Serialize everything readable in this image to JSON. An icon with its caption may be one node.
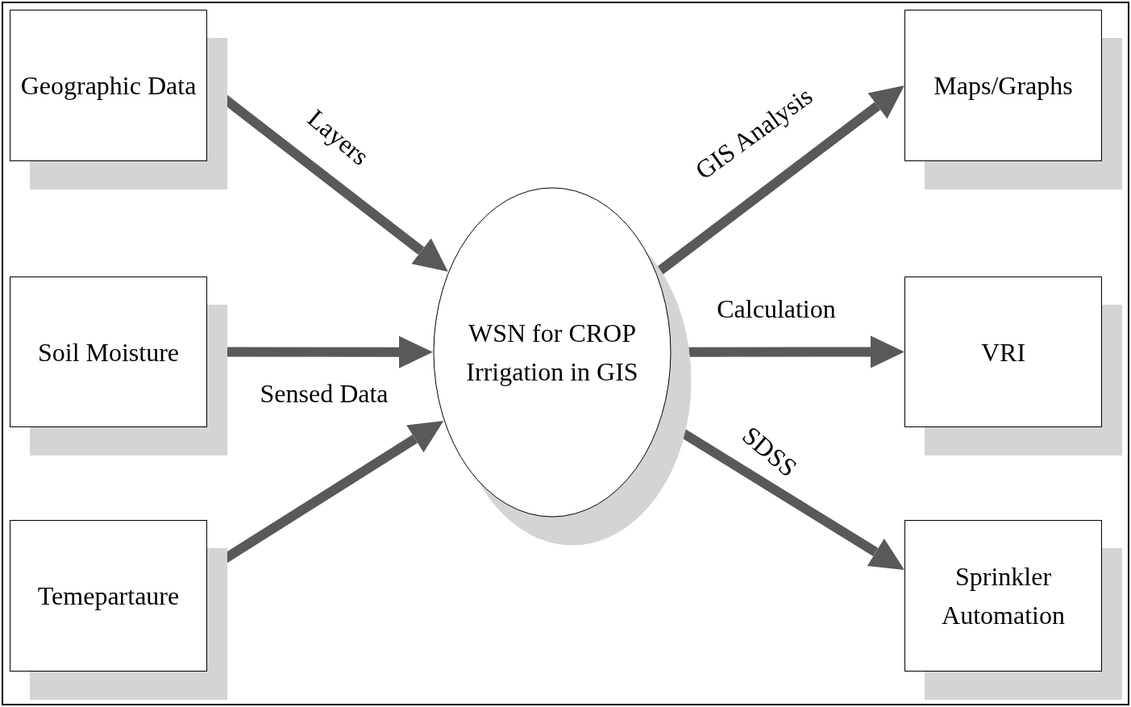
{
  "diagram": {
    "nodes": [
      {
        "text": [
          "Geographic Data"
        ]
      },
      {
        "text": [
          "Soil Moisture"
        ]
      },
      {
        "text": [
          "Temepartaure"
        ]
      },
      {
        "text": [
          "WSN for CROP Irrigation in GIS"
        ]
      },
      {
        "text": [
          "Maps/Graphs"
        ]
      },
      {
        "text": [
          "VRI"
        ]
      },
      {
        "text": [
          "Sprinkler Automation"
        ]
      }
    ],
    "edges": [
      {
        "from": 0,
        "to": 3,
        "arrow": "to",
        "label": "Layers"
      },
      {
        "from": 1,
        "to": 3,
        "arrow": "to",
        "label": "Sensed Data"
      },
      {
        "from": 2,
        "to": 3,
        "arrow": "to"
      },
      {
        "from": 3,
        "to": 4,
        "arrow": "to",
        "label": "GIS Analysis"
      },
      {
        "from": 3,
        "to": 5,
        "arrow": "to",
        "label": "Calculation"
      },
      {
        "from": 3,
        "to": 6,
        "arrow": "to",
        "label": "SDSS"
      }
    ]
  }
}
